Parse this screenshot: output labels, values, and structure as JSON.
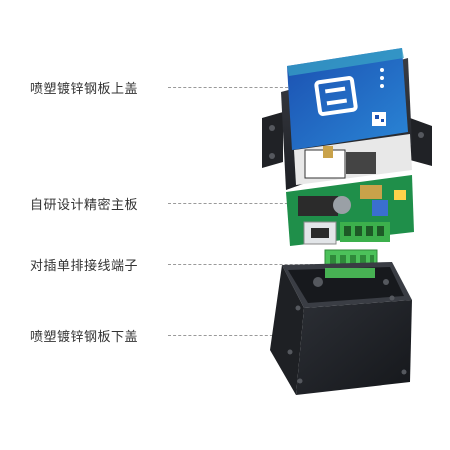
{
  "callouts": [
    {
      "label": "喷塑镀锌钢板上盖"
    },
    {
      "label": "自研设计精密主板"
    },
    {
      "label": "对插单排接线端子"
    },
    {
      "label": "喷塑镀锌钢板下盖"
    }
  ],
  "colors": {
    "panel_blue": "#1f64c4",
    "panel_teal": "#3aa7c6",
    "steel_dark": "#2a2d33",
    "pcb_green": "#1f8f4a",
    "terminal_green": "#4cc25a",
    "leader_gray": "#9a9a9a"
  }
}
